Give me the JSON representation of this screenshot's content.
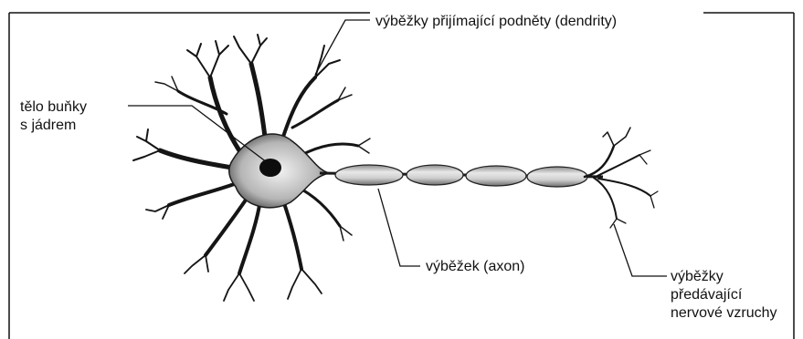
{
  "diagram": {
    "labels": {
      "dendrites": "výběžky přijímající podněty (dendrity)",
      "cell_body_line1": "tělo buňky",
      "cell_body_line2": "s jádrem",
      "axon": "výběžek (axon)",
      "terminals_line1": "výběžky",
      "terminals_line2": "předávající",
      "terminals_line3": "nervové vzruchy"
    },
    "colors": {
      "ink": "#111111",
      "soma_fill": "#cfcfcf",
      "myelin_fill": "#d9d9d9"
    }
  }
}
